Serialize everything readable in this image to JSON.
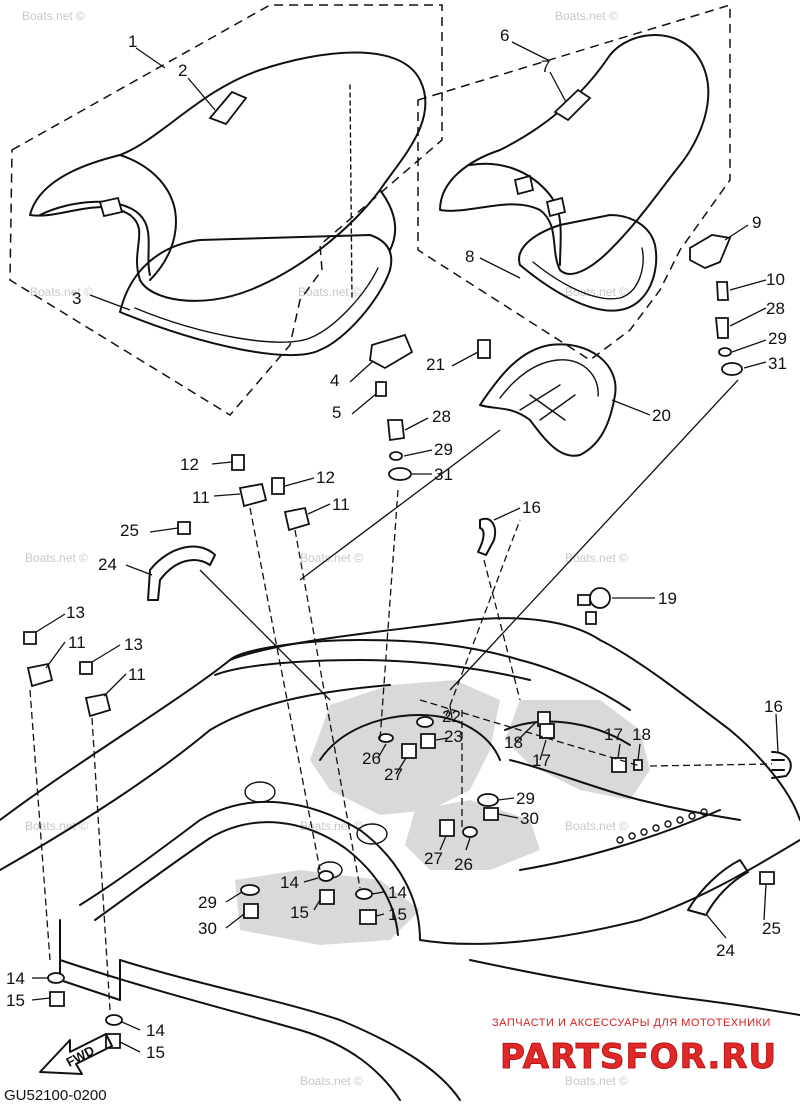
{
  "diagram": {
    "code": "GU52100-0200",
    "fwd_label": "FWD",
    "watermark": "Boats.net ©",
    "brand_tagline": "ЗАПЧАСТИ И АКСЕССУАРЫ ДЛЯ МОТОТЕХНИКИ",
    "brand_name": "PARTSFOR.RU"
  },
  "callouts": [
    {
      "id": "c-1",
      "label": "1"
    },
    {
      "id": "c-2",
      "label": "2"
    },
    {
      "id": "c-3",
      "label": "3"
    },
    {
      "id": "c-4",
      "label": "4"
    },
    {
      "id": "c-5",
      "label": "5"
    },
    {
      "id": "c-6",
      "label": "6"
    },
    {
      "id": "c-7",
      "label": "7"
    },
    {
      "id": "c-8",
      "label": "8"
    },
    {
      "id": "c-9",
      "label": "9"
    },
    {
      "id": "c-10",
      "label": "10"
    },
    {
      "id": "c-28a",
      "label": "28"
    },
    {
      "id": "c-29a",
      "label": "29"
    },
    {
      "id": "c-31a",
      "label": "31"
    },
    {
      "id": "c-21",
      "label": "21"
    },
    {
      "id": "c-20",
      "label": "20"
    },
    {
      "id": "c-28b",
      "label": "28"
    },
    {
      "id": "c-29b",
      "label": "29"
    },
    {
      "id": "c-31b",
      "label": "31"
    },
    {
      "id": "c-12a",
      "label": "12"
    },
    {
      "id": "c-12b",
      "label": "12"
    },
    {
      "id": "c-11a",
      "label": "11"
    },
    {
      "id": "c-11b",
      "label": "11"
    },
    {
      "id": "c-16a",
      "label": "16"
    },
    {
      "id": "c-25a",
      "label": "25"
    },
    {
      "id": "c-24a",
      "label": "24"
    },
    {
      "id": "c-19",
      "label": "19"
    },
    {
      "id": "c-13a",
      "label": "13"
    },
    {
      "id": "c-13b",
      "label": "13"
    },
    {
      "id": "c-11c",
      "label": "11"
    },
    {
      "id": "c-11d",
      "label": "11"
    },
    {
      "id": "c-22",
      "label": "22"
    },
    {
      "id": "c-23",
      "label": "23"
    },
    {
      "id": "c-26a",
      "label": "26"
    },
    {
      "id": "c-27a",
      "label": "27"
    },
    {
      "id": "c-18a",
      "label": "18"
    },
    {
      "id": "c-17a",
      "label": "17"
    },
    {
      "id": "c-17b",
      "label": "17"
    },
    {
      "id": "c-18b",
      "label": "18"
    },
    {
      "id": "c-16b",
      "label": "16"
    },
    {
      "id": "c-29c",
      "label": "29"
    },
    {
      "id": "c-30a",
      "label": "30"
    },
    {
      "id": "c-27b",
      "label": "27"
    },
    {
      "id": "c-26b",
      "label": "26"
    },
    {
      "id": "c-14a",
      "label": "14"
    },
    {
      "id": "c-14b",
      "label": "14"
    },
    {
      "id": "c-29d",
      "label": "29"
    },
    {
      "id": "c-15a",
      "label": "15"
    },
    {
      "id": "c-15b",
      "label": "15"
    },
    {
      "id": "c-30b",
      "label": "30"
    },
    {
      "id": "c-25b",
      "label": "25"
    },
    {
      "id": "c-24b",
      "label": "24"
    },
    {
      "id": "c-14c",
      "label": "14"
    },
    {
      "id": "c-15c",
      "label": "15"
    },
    {
      "id": "c-14d",
      "label": "14"
    },
    {
      "id": "c-15d",
      "label": "15"
    }
  ]
}
